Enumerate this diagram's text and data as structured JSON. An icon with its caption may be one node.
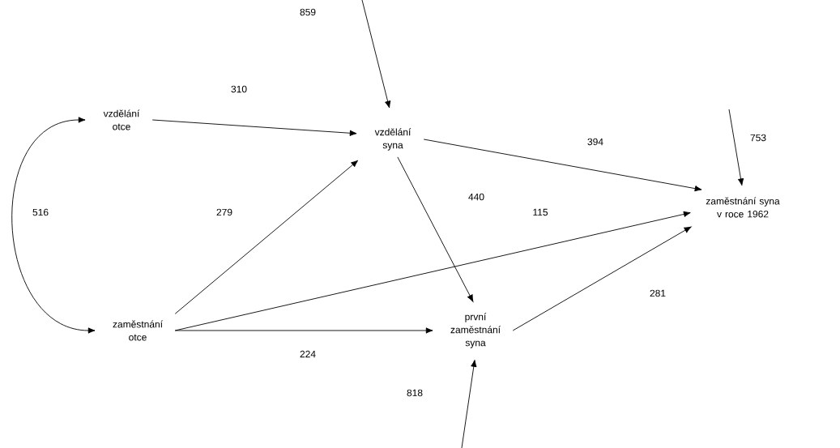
{
  "diagram": {
    "nodes": [
      {
        "text": [
          "vzdělání otce"
        ]
      },
      {
        "text": [
          "vzdělání syna"
        ]
      },
      {
        "text": [
          "zaměstnání otce"
        ]
      },
      {
        "text": [
          "první zaměstnání syna"
        ]
      },
      {
        "text": [
          "zaměstnání syna v roce 1962"
        ]
      }
    ],
    "edges": [
      {
        "from": 0,
        "to": 2,
        "arrow": "both",
        "label": "516"
      },
      {
        "from": 0,
        "to": 1,
        "arrow": "to",
        "label": "310"
      },
      {
        "from": 2,
        "to": 1,
        "arrow": "to",
        "label": "279"
      },
      {
        "from": 1,
        "to": 4,
        "arrow": "to",
        "label": "394"
      },
      {
        "from": 1,
        "to": 3,
        "arrow": "to",
        "label": "440"
      },
      {
        "from": 2,
        "to": 4,
        "arrow": "to",
        "label": "115"
      },
      {
        "from": 2,
        "to": 3,
        "arrow": "to",
        "label": "224"
      },
      {
        "from": 3,
        "to": 4,
        "arrow": "to",
        "label": "281"
      },
      {
        "from": null,
        "to": 1,
        "arrow": "to",
        "label": "859"
      },
      {
        "from": null,
        "to": 4,
        "arrow": "to",
        "label": "753"
      },
      {
        "from": null,
        "to": 3,
        "arrow": "to",
        "label": "818"
      }
    ]
  }
}
